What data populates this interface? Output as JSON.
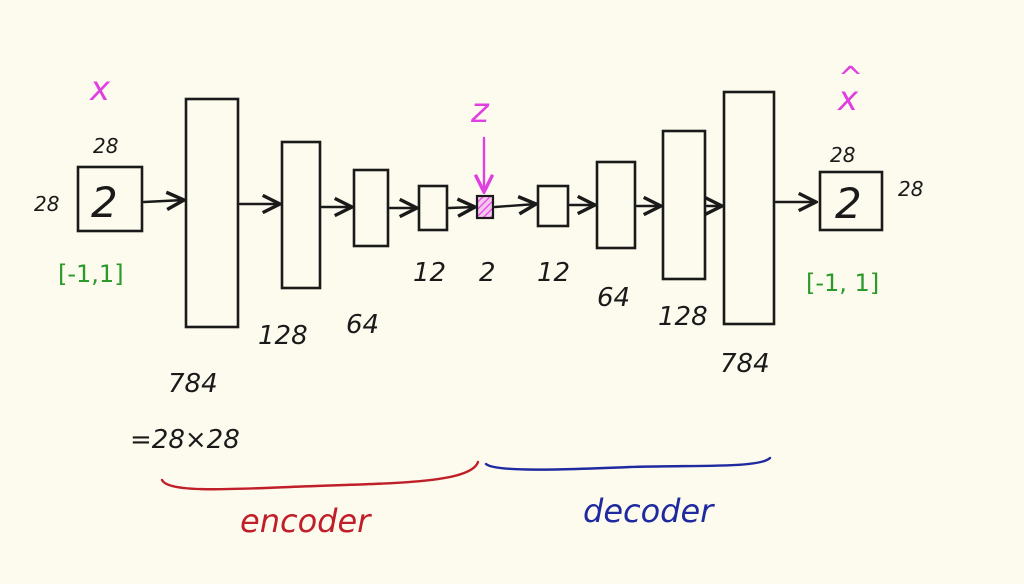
{
  "colors": {
    "background": "#fdfbee",
    "ink": "#1a1a1a",
    "magenta": "#e040e0",
    "green": "#2a9a2a",
    "encoder_red": "#c01f2a",
    "decoder_blue": "#1f2aa0"
  },
  "input": {
    "symbol": "x",
    "digit": "2",
    "height_label": "28",
    "width_label": "28",
    "range": "[-1,1]"
  },
  "output": {
    "symbol": "x",
    "hat": "^",
    "digit": "2",
    "height_label": "28",
    "width_label": "28",
    "range": "[-1, 1]"
  },
  "latent": {
    "symbol": "z"
  },
  "layers": {
    "enc_784": "784",
    "enc_784_note": "=28×28",
    "enc_128": "128",
    "enc_64": "64",
    "enc_12": "12",
    "latent_2": "2",
    "dec_12": "12",
    "dec_64": "64",
    "dec_128": "128",
    "dec_784": "784"
  },
  "braces": {
    "encoder": "encoder",
    "decoder": "decoder"
  }
}
